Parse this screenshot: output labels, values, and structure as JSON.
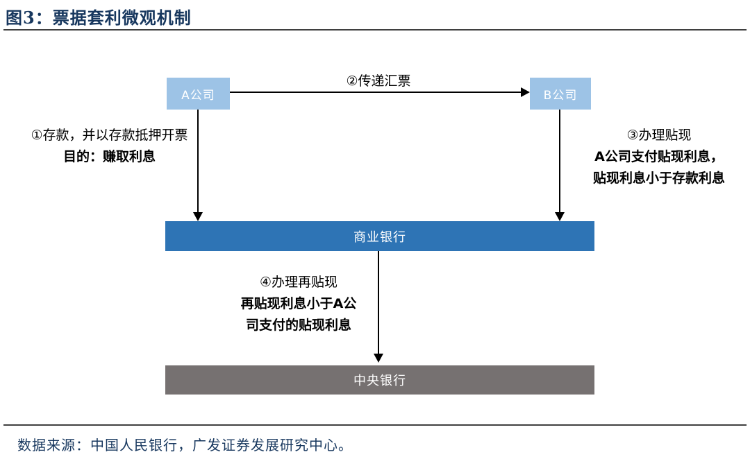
{
  "figure": {
    "title": "图3：票据套利微观机制",
    "source": "数据来源：中国人民银行，广发证券发展研究中心。"
  },
  "diagram": {
    "nodes": {
      "company_a": {
        "label": "A公司"
      },
      "company_b": {
        "label": "B公司"
      },
      "commercial_bank": {
        "label": "商业银行"
      },
      "central_bank": {
        "label": "中央银行"
      }
    },
    "steps": {
      "step1": {
        "line1": "①存款，并以存款抵押开票",
        "line2": "目的：赚取利息"
      },
      "step2": {
        "line1": "②传递汇票"
      },
      "step3": {
        "line1": "③办理贴现",
        "line2": "A公司支付贴现利息，",
        "line3": "贴现利息小于存款利息"
      },
      "step4": {
        "line1": "④办理再贴现",
        "line2": "再贴现利息小于A公",
        "line3": "司支付的贴现利息"
      }
    },
    "colors": {
      "company_box": "#9DC3E6",
      "commercial_bank_bar": "#2E74B5",
      "central_bank_bar": "#767171",
      "title_text": "#17375E",
      "arrow": "#000000"
    }
  }
}
